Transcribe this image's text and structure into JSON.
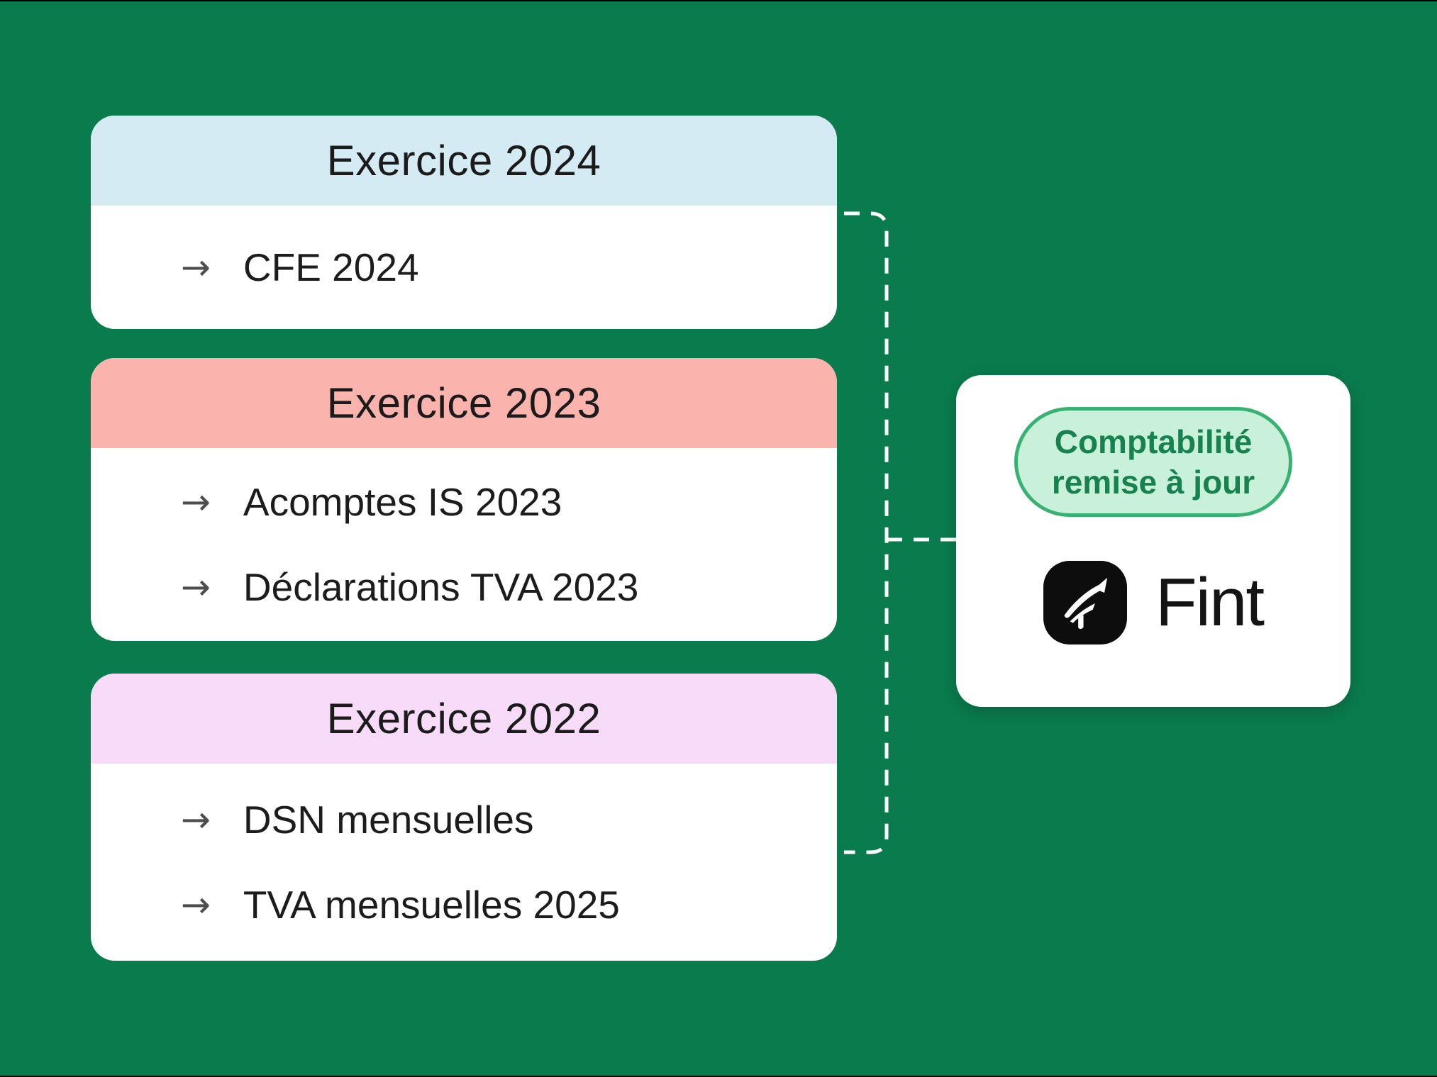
{
  "frame": {
    "style": "background:#0A7B4D",
    "background": "#0A7B4D",
    "edge_line_color": "#000000"
  },
  "cards": [
    {
      "title": "Exercice 2024",
      "header_color": "#D5EBF4",
      "header_style": "background:#D5EBF4",
      "items": [
        "CFE 2024"
      ]
    },
    {
      "title": "Exercice 2023",
      "header_color": "#FBB3AD",
      "header_style": "background:#FBB3AD",
      "items": [
        "Acomptes IS 2023",
        "Déclarations TVA 2023"
      ]
    },
    {
      "title": "Exercice 2022",
      "header_color": "#F7DBF8",
      "header_style": "background:#F7DBF8",
      "items": [
        "DSN mensuelles",
        "TVA mensuelles 2025"
      ]
    }
  ],
  "icons": {
    "arrow_right": "→",
    "brand_icon": "fint-feather-icon"
  },
  "connector": {
    "color": "#FFFFFF",
    "style": "dashed"
  },
  "result_card": {
    "badge": {
      "line1": "Comptabilité",
      "line2": "remise à jour",
      "style": "background:#C9F1DA;border-color:#37B273;color:#15824F",
      "bg": "#C9F1DA",
      "border": "#37B273",
      "text_color": "#15824F"
    },
    "brand_name": "Fint"
  }
}
